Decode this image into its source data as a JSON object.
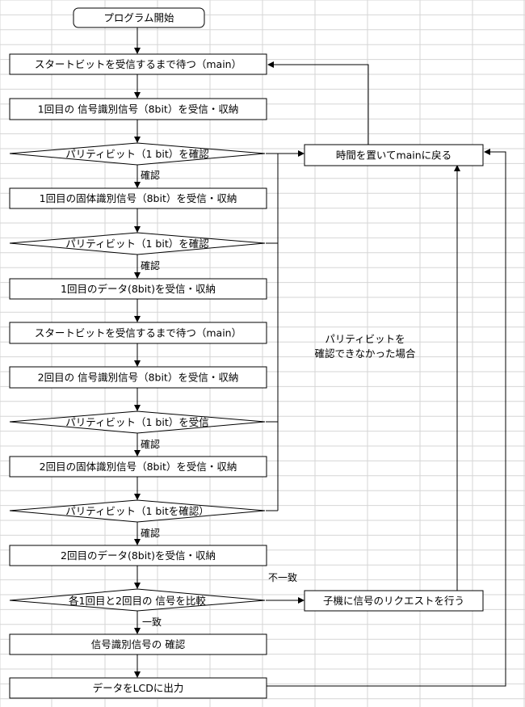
{
  "start_label": "プログラム開始",
  "boxes": {
    "wait1": "スタートビットを受信するまで待つ（main）",
    "sig1": "1回目の 信号識別信号（8bit）を受信・収納",
    "id1": "1回目の固体識別信号（8bit）を受信・収納",
    "data1": "1回目のデータ(8bit)を受信・収納",
    "wait2": "スタートビットを受信するまで待つ（main）",
    "sig2": "2回目の 信号識別信号（8bit）を受信・収納",
    "id2": "2回目の固体識別信号（8bit）を受信・収納",
    "data2": "2回目のデータ(8bit)を受信・収納",
    "confirm": "信号識別信号の 確認",
    "output": "データをLCDに出力",
    "return_main": "時間を置いてmainに戻る",
    "request": "子機に信号のリクエストを行う"
  },
  "decisions": {
    "parity1": "パリティビット（1 bit）を確認",
    "parity2": "パリティビット（1 bit）を確認",
    "parity3": "パリティビット（1 bit）を受信",
    "parity4": "パリティビット（1 bitを確認）",
    "compare": "各1回目と2回目の 信号を比較"
  },
  "edge_labels": {
    "ok1": "確認",
    "ok2": "確認",
    "ok3": "確認",
    "ok4": "確認",
    "match": "一致",
    "mismatch": "不一致"
  },
  "note": {
    "line1": "パリティビットを",
    "line2": "確認できなかった場合"
  }
}
